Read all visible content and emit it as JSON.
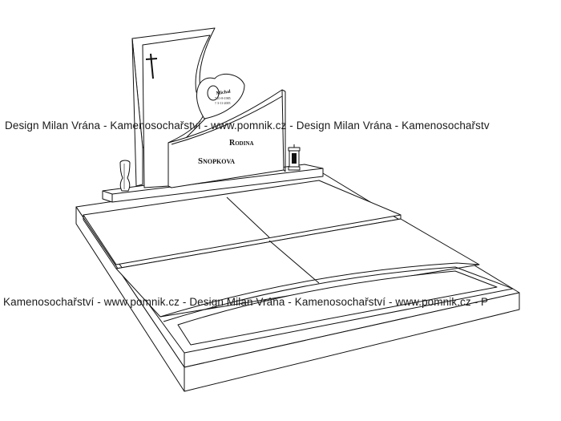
{
  "watermark": {
    "line1": "Design Milan Vrána  -  Kamenosochařství  -  www.pomnik.cz  -  Design Milan Vrána  -  Kamenosochařstv",
    "line2": "Kamenosochařství  -  www.pomnik.cz  -  Design Milan Vrána  -  Kamenosochařství  -  www.pomnik.cz  -  P"
  },
  "inscription": {
    "name": "Michal",
    "born": "* 21-8-1985",
    "died": "† 3-11-2005",
    "family_line1": "Rodina",
    "family_line2": "Snopkova"
  }
}
